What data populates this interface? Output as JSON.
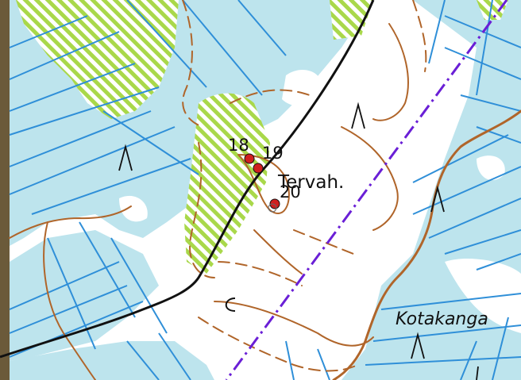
{
  "map": {
    "colors": {
      "water_fill": "#c8e6ee",
      "bog_fill": "#b4e4ec",
      "drain_line": "#2f8fd8",
      "contour": "#b0652a",
      "road": "#111111",
      "boundary": "#6a1fd6",
      "cultivated_stripe": "#a9d84a",
      "point_marker": "#d01f1f"
    },
    "labels": {
      "point_18": "18",
      "point_19": "19",
      "point_20": "20",
      "place_tervah": "Tervah.",
      "place_kotakanga": "Kotakanga"
    },
    "symbols": [
      "meadow-symbol",
      "meadow-symbol",
      "meadow-symbol",
      "meadow-symbol",
      "meadow-symbol",
      "depression-symbol"
    ]
  }
}
